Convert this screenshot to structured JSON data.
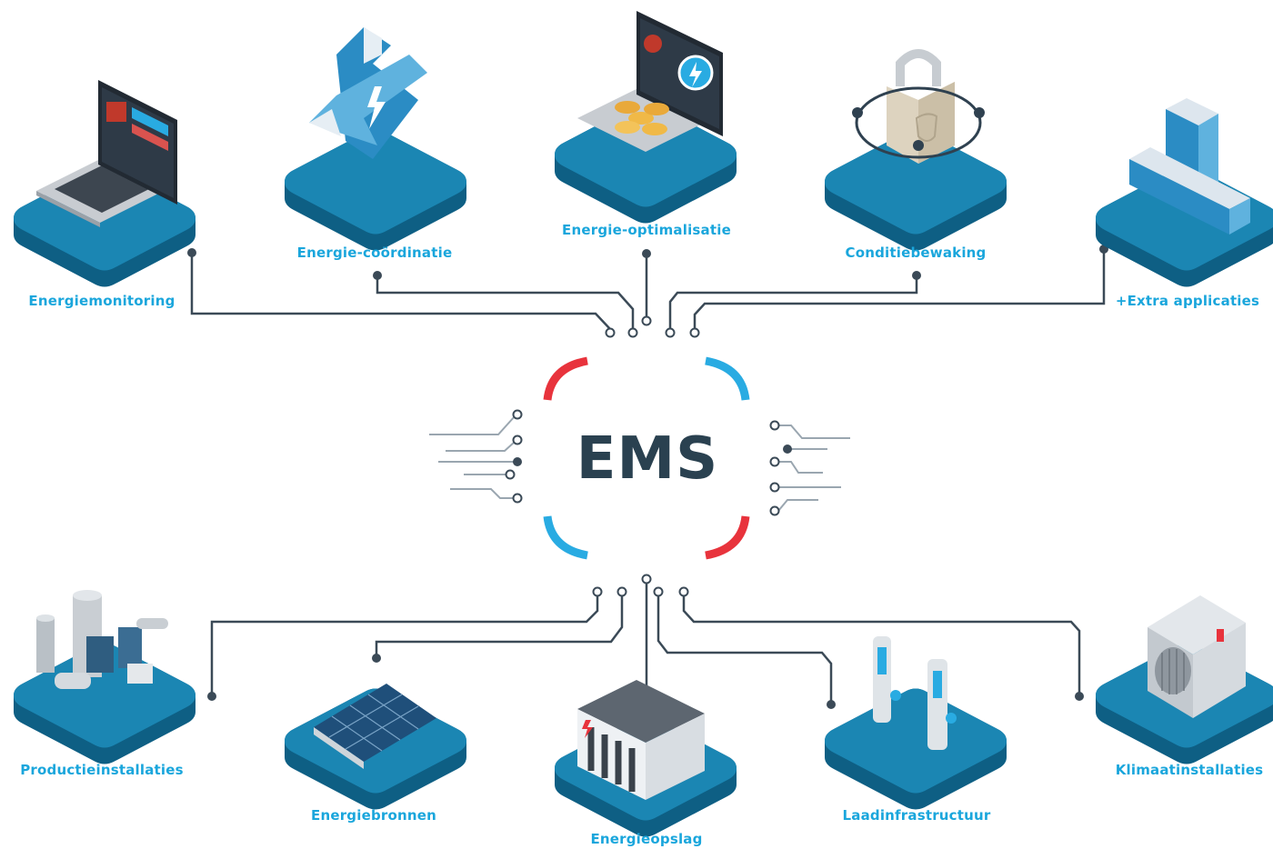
{
  "center": {
    "label": "EMS",
    "accent_red": "#e8333c",
    "accent_blue": "#29abe2"
  },
  "colors": {
    "platform": "#1b86b3",
    "platform_dark": "#0e5f84",
    "line": "#3b4a57",
    "label": "#1aa6dc"
  },
  "applications": [
    {
      "label": "Energiemonitoring",
      "icon": "laptop-dashboard-icon"
    },
    {
      "label": "Energie-coördinatie",
      "icon": "arrows-lightning-icon"
    },
    {
      "label": "Energie-optimalisatie",
      "icon": "laptop-coins-icon"
    },
    {
      "label": "Conditiebewaking",
      "icon": "padlock-shield-icon"
    },
    {
      "label": "+Extra applicaties",
      "icon": "plus-icon"
    }
  ],
  "installations": [
    {
      "label": "Productieinstallaties",
      "icon": "factory-icon"
    },
    {
      "label": "Energiebronnen",
      "icon": "solar-panel-icon"
    },
    {
      "label": "Energieopslag",
      "icon": "battery-storage-icon"
    },
    {
      "label": "Laadinfrastructuur",
      "icon": "ev-charger-icon"
    },
    {
      "label": "Klimaatinstallaties",
      "icon": "air-conditioner-icon"
    }
  ]
}
